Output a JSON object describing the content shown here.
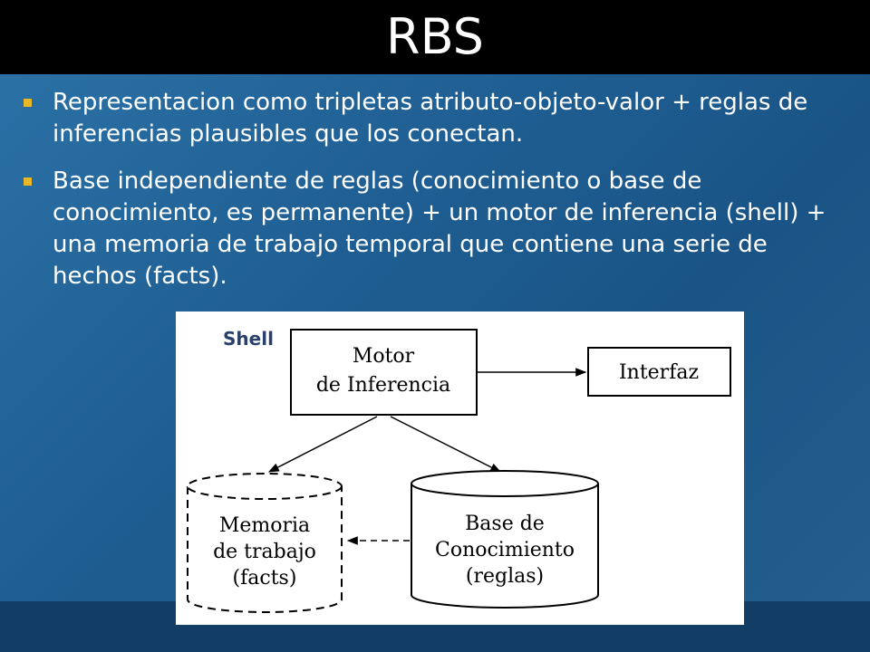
{
  "slide": {
    "title": "RBS",
    "bullets": [
      "Representacion como tripletas atributo-objeto-valor + reglas de inferencias plausibles que los conectan.",
      "Base independiente de reglas  (conocimiento o base de conocimiento, es permanente) + un motor de inferencia (shell) + una memoria de trabajo temporal que contiene una serie de hechos (facts)."
    ]
  },
  "diagram": {
    "shell_label": "Shell",
    "motor": {
      "line1": "Motor",
      "line2": "de Inferencia"
    },
    "interfaz": "Interfaz",
    "memoria": {
      "line1": "Memoria",
      "line2": "de trabajo",
      "line3": "(facts)"
    },
    "base": {
      "line1": "Base de",
      "line2": "Conocimiento",
      "line3": "(reglas)"
    }
  },
  "colors": {
    "title_bar": "#000000",
    "bullet_marker": "#e9b826",
    "shell_text": "#2a3f6a"
  }
}
